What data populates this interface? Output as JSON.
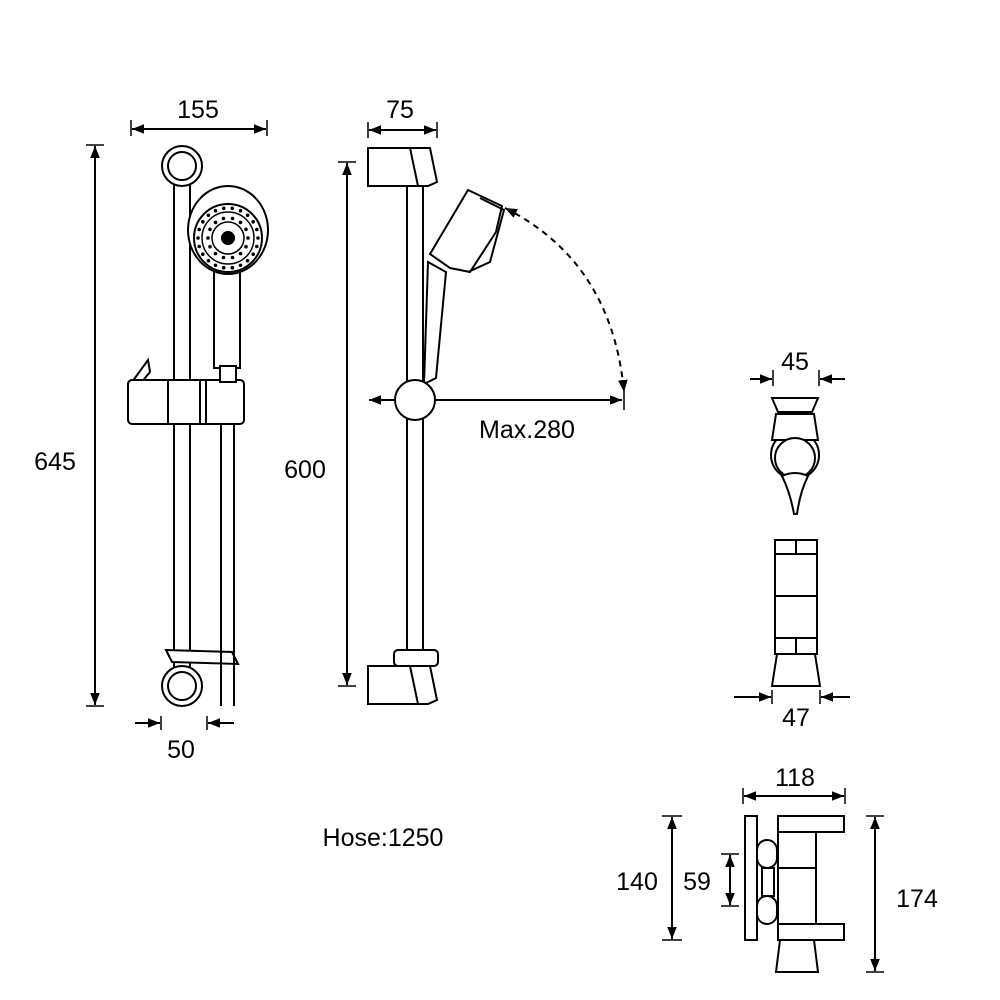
{
  "dimensions": {
    "front_width": "155",
    "front_height": "645",
    "hose_gap": "50",
    "side_depth": "75",
    "rail_length": "600",
    "max_reach": "Max.280",
    "hose_length": "Hose:1250",
    "holder_width": "45",
    "bracket_width": "47",
    "mount_depth": "118",
    "mount_height_left": "140",
    "mount_gap": "59",
    "mount_height_right": "174"
  }
}
